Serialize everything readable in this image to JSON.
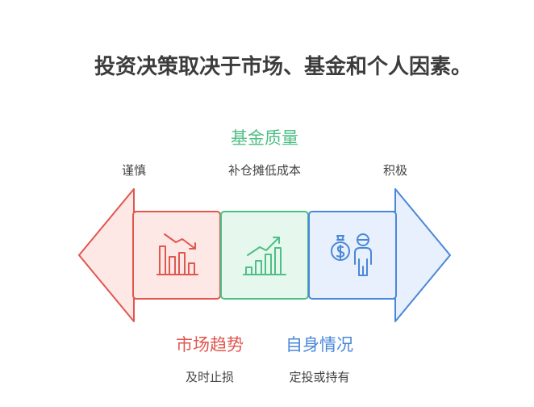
{
  "title": "投资决策取决于市场、基金和个人因素。",
  "fund_quality": {
    "heading": "基金质量",
    "note": "补仓摊低成本",
    "color": "#4fbf85"
  },
  "left_end": {
    "note": "谨慎",
    "color": "#e0574f"
  },
  "right_end": {
    "note": "积极",
    "color": "#4a87d9"
  },
  "market_trend": {
    "heading": "市场趋势",
    "note": "及时止损",
    "color": "#e0574f"
  },
  "personal": {
    "heading": "自身情况",
    "note": "定投或持有",
    "color": "#4a87d9"
  },
  "icons": [
    "declining-chart-icon",
    "rising-chart-icon",
    "money-person-icon"
  ]
}
